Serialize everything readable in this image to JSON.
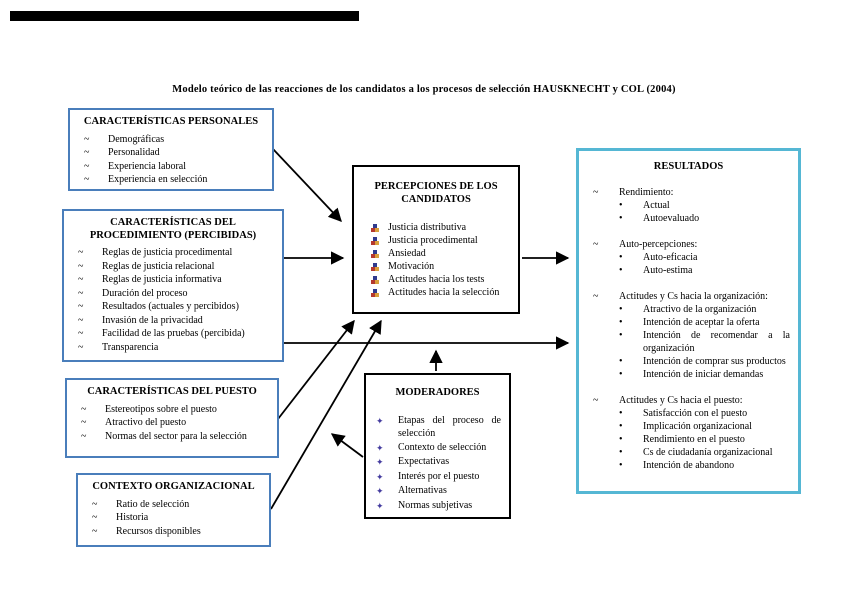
{
  "page": {
    "title": "Modelo teórico de las reacciones de los candidatos a los procesos de selección HAUSKNECHT y COL (2004)"
  },
  "bullets": {
    "tilde": "~",
    "dot": "•",
    "diamond": "✦"
  },
  "colors": {
    "left_box_border": "#4a7ebb",
    "center_box_border": "#000000",
    "resultados_border": "#55b7d4",
    "arrow": "#000000",
    "diamond_bullet": "#433b9e",
    "cluster_bullet_blue": "#2f3a8e",
    "cluster_bullet_red": "#b5392e",
    "cluster_bullet_yellow": "#d9a03c"
  },
  "boxes": {
    "personales": {
      "title": "CARACTERÍSTICAS PERSONALES",
      "items": [
        "Demográficas",
        "Personalidad",
        "Experiencia laboral",
        "Experiencia en selección"
      ]
    },
    "procedimiento": {
      "title": "CARACTERÍSTICAS DEL PROCEDIMIENTO (PERCIBIDAS)",
      "items": [
        "Reglas de justicia procedimental",
        "Reglas de justicia relacional",
        "Reglas de justicia informativa",
        "Duración del proceso",
        "Resultados (actuales y percibidos)",
        "Invasión de la privacidad",
        "Facilidad de las pruebas (percibida)",
        "Transparencia"
      ]
    },
    "puesto": {
      "title": "CARACTERÍSTICAS DEL PUESTO",
      "items": [
        "Estereotipos sobre el puesto",
        "Atractivo del puesto",
        "Normas del sector para la selección"
      ]
    },
    "contexto": {
      "title": "CONTEXTO ORGANIZACIONAL",
      "items": [
        "Ratio de selección",
        "Historia",
        "Recursos disponibles"
      ]
    },
    "percepciones": {
      "title": "PERCEPCIONES DE LOS CANDIDATOS",
      "items": [
        "Justicia distributiva",
        "Justicia procedimental",
        "Ansiedad",
        "Motivación",
        "Actitudes hacia los tests",
        "Actitudes hacia la selección"
      ]
    },
    "moderadores": {
      "title": "MODERADORES",
      "items": [
        "Etapas del proceso de selección",
        "Contexto de selección",
        "Expectativas",
        "Interés por el puesto",
        "Alternativas",
        "Normas subjetivas"
      ]
    },
    "resultados": {
      "title": "RESULTADOS",
      "groups": [
        {
          "label": "Rendimiento:",
          "subitems": [
            "Actual",
            "Autoevaluado"
          ]
        },
        {
          "label": "Auto-percepciones:",
          "subitems": [
            "Auto-eficacia",
            "Auto-estima"
          ]
        },
        {
          "label": "Actitudes y Cs hacia la organización:",
          "subitems": [
            "Atractivo de la organización",
            "Intención de aceptar la oferta",
            "Intención de recomendar a la organización",
            "Intención de comprar sus productos",
            "Intención de iniciar demandas"
          ]
        },
        {
          "label": "Actitudes y Cs hacia el puesto:",
          "subitems": [
            "Satisfacción con el puesto",
            "Implicación organizacional",
            "Rendimiento en el puesto",
            "Cs de ciudadanía organizacional",
            "Intención de abandono"
          ]
        }
      ]
    }
  }
}
